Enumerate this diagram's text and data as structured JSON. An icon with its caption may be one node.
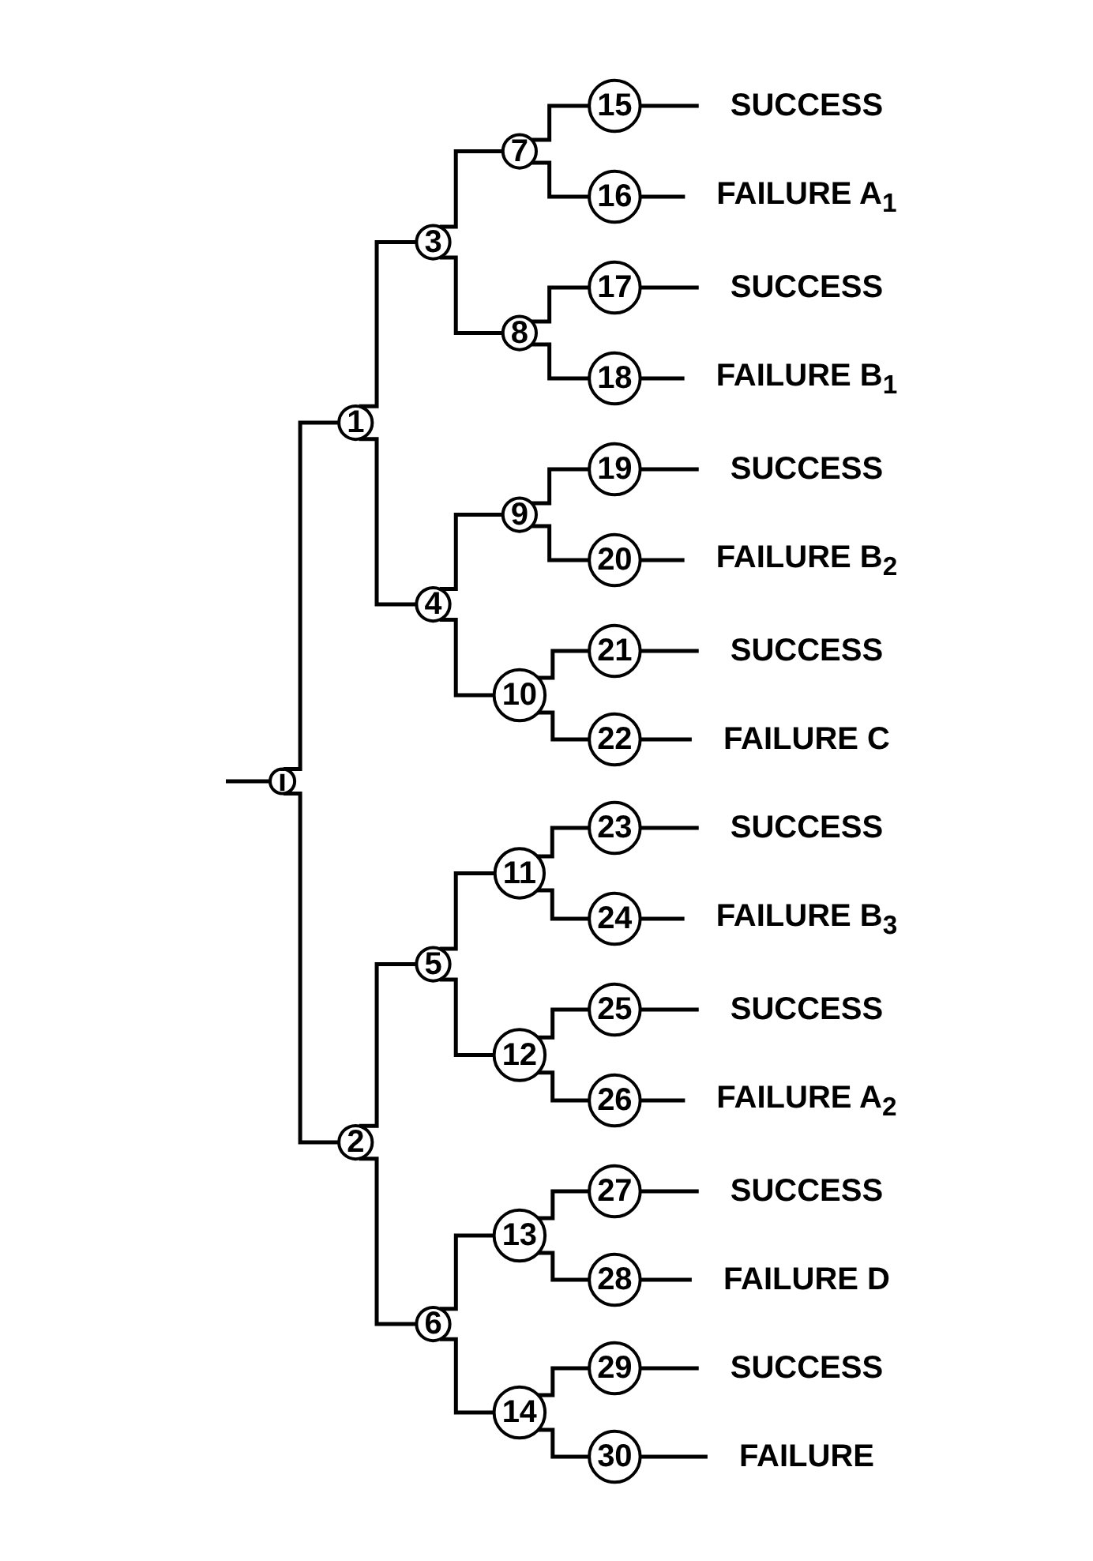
{
  "diagram": {
    "nodes": [
      {
        "text": [
          "i"
        ]
      },
      {
        "text": [
          "1"
        ]
      },
      {
        "text": [
          "2"
        ]
      },
      {
        "text": [
          "3"
        ]
      },
      {
        "text": [
          "4"
        ]
      },
      {
        "text": [
          "5"
        ]
      },
      {
        "text": [
          "6"
        ]
      },
      {
        "text": [
          "7"
        ]
      },
      {
        "text": [
          "8"
        ]
      },
      {
        "text": [
          "9"
        ]
      },
      {
        "text": [
          "10"
        ]
      },
      {
        "text": [
          "11"
        ]
      },
      {
        "text": [
          "12"
        ]
      },
      {
        "text": [
          "13"
        ]
      },
      {
        "text": [
          "14"
        ]
      },
      {
        "text": [
          "15"
        ]
      },
      {
        "text": [
          "16"
        ]
      },
      {
        "text": [
          "17"
        ]
      },
      {
        "text": [
          "18"
        ]
      },
      {
        "text": [
          "19"
        ]
      },
      {
        "text": [
          "20"
        ]
      },
      {
        "text": [
          "21"
        ]
      },
      {
        "text": [
          "22"
        ]
      },
      {
        "text": [
          "23"
        ]
      },
      {
        "text": [
          "24"
        ]
      },
      {
        "text": [
          "25"
        ]
      },
      {
        "text": [
          "26"
        ]
      },
      {
        "text": [
          "27"
        ]
      },
      {
        "text": [
          "28"
        ]
      },
      {
        "text": [
          "29"
        ]
      },
      {
        "text": [
          "30"
        ]
      },
      {
        "text": [
          "SUCCESS"
        ]
      },
      {
        "text": [
          "FAILURE A$_{1}$"
        ]
      },
      {
        "text": [
          "SUCCESS"
        ]
      },
      {
        "text": [
          "FAILURE B$_{1}$"
        ]
      },
      {
        "text": [
          "SUCCESS"
        ]
      },
      {
        "text": [
          "FAILURE B$_{2}$"
        ]
      },
      {
        "text": [
          "SUCCESS"
        ]
      },
      {
        "text": [
          "FAILURE C"
        ]
      },
      {
        "text": [
          "SUCCESS"
        ]
      },
      {
        "text": [
          "FAILURE B$_{3}$"
        ]
      },
      {
        "text": [
          "SUCCESS"
        ]
      },
      {
        "text": [
          "FAILURE A$_{2}$"
        ]
      },
      {
        "text": [
          "SUCCESS"
        ]
      },
      {
        "text": [
          "FAILURE D"
        ]
      },
      {
        "text": [
          "SUCCESS"
        ]
      },
      {
        "text": [
          "FAILURE"
        ]
      }
    ],
    "edges": [
      {
        "from": null,
        "to": 0,
        "arrow": "none"
      },
      {
        "from": 0,
        "to": 1,
        "arrow": "none"
      },
      {
        "from": 0,
        "to": 2,
        "arrow": "none"
      },
      {
        "from": 1,
        "to": 3,
        "arrow": "none"
      },
      {
        "from": 1,
        "to": 4,
        "arrow": "none"
      },
      {
        "from": 2,
        "to": 5,
        "arrow": "none"
      },
      {
        "from": 2,
        "to": 6,
        "arrow": "none"
      },
      {
        "from": 3,
        "to": 7,
        "arrow": "none"
      },
      {
        "from": 3,
        "to": 8,
        "arrow": "none"
      },
      {
        "from": 4,
        "to": 9,
        "arrow": "none"
      },
      {
        "from": 4,
        "to": 10,
        "arrow": "none"
      },
      {
        "from": 5,
        "to": 11,
        "arrow": "none"
      },
      {
        "from": 5,
        "to": 12,
        "arrow": "none"
      },
      {
        "from": 6,
        "to": 13,
        "arrow": "none"
      },
      {
        "from": 6,
        "to": 14,
        "arrow": "none"
      },
      {
        "from": 7,
        "to": 15,
        "arrow": "none"
      },
      {
        "from": 7,
        "to": 16,
        "arrow": "none"
      },
      {
        "from": 8,
        "to": 17,
        "arrow": "none"
      },
      {
        "from": 8,
        "to": 18,
        "arrow": "none"
      },
      {
        "from": 9,
        "to": 19,
        "arrow": "none"
      },
      {
        "from": 9,
        "to": 20,
        "arrow": "none"
      },
      {
        "from": 10,
        "to": 21,
        "arrow": "none"
      },
      {
        "from": 10,
        "to": 22,
        "arrow": "none"
      },
      {
        "from": 11,
        "to": 23,
        "arrow": "none"
      },
      {
        "from": 11,
        "to": 24,
        "arrow": "none"
      },
      {
        "from": 12,
        "to": 25,
        "arrow": "none"
      },
      {
        "from": 12,
        "to": 26,
        "arrow": "none"
      },
      {
        "from": 13,
        "to": 27,
        "arrow": "none"
      },
      {
        "from": 13,
        "to": 28,
        "arrow": "none"
      },
      {
        "from": 14,
        "to": 29,
        "arrow": "none"
      },
      {
        "from": 14,
        "to": 30,
        "arrow": "none"
      },
      {
        "from": 15,
        "to": 31,
        "arrow": "none"
      },
      {
        "from": 16,
        "to": 32,
        "arrow": "none"
      },
      {
        "from": 17,
        "to": 33,
        "arrow": "none"
      },
      {
        "from": 18,
        "to": 34,
        "arrow": "none"
      },
      {
        "from": 19,
        "to": 35,
        "arrow": "none"
      },
      {
        "from": 20,
        "to": 36,
        "arrow": "none"
      },
      {
        "from": 21,
        "to": 37,
        "arrow": "none"
      },
      {
        "from": 22,
        "to": 38,
        "arrow": "none"
      },
      {
        "from": 23,
        "to": 39,
        "arrow": "none"
      },
      {
        "from": 24,
        "to": 40,
        "arrow": "none"
      },
      {
        "from": 25,
        "to": 41,
        "arrow": "none"
      },
      {
        "from": 26,
        "to": 42,
        "arrow": "none"
      },
      {
        "from": 27,
        "to": 43,
        "arrow": "none"
      },
      {
        "from": 28,
        "to": 44,
        "arrow": "none"
      },
      {
        "from": 29,
        "to": 45,
        "arrow": "none"
      },
      {
        "from": 30,
        "to": 46,
        "arrow": "none"
      }
    ]
  }
}
